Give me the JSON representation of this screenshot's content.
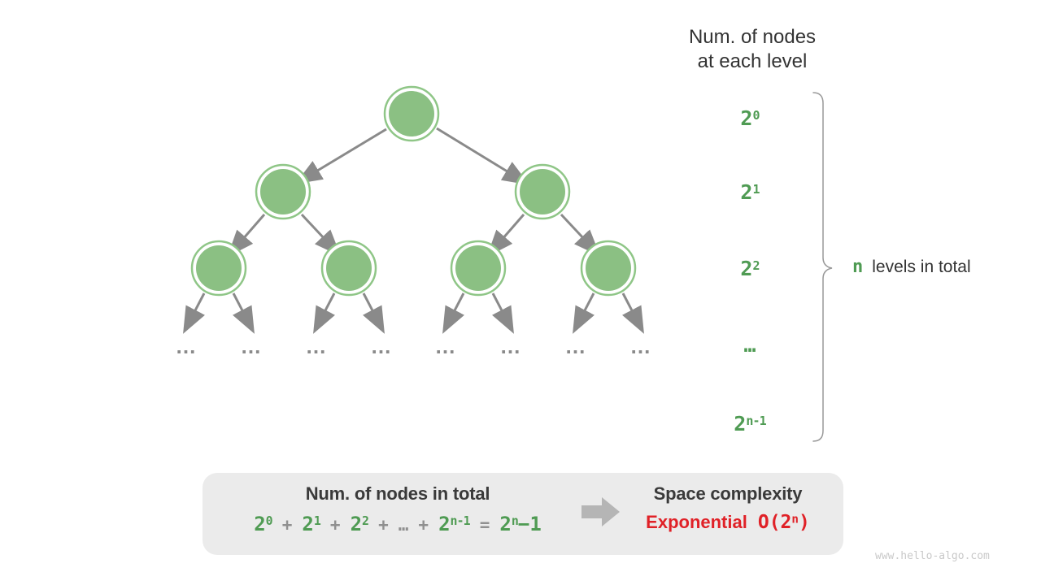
{
  "canvas": {
    "background": "#FFFFFF"
  },
  "colors": {
    "node_fill": "#8BC083",
    "node_ring": "#8FC687",
    "tree_arrow": "#8A8A8A",
    "green_text": "#4F9B53",
    "dark_text": "#333333",
    "operator_gray": "#909090",
    "red_text": "#E02127",
    "box_bg": "#EBEBEB",
    "brace_gray": "#999999",
    "block_arrow_gray": "#B5B5B5",
    "watermark_gray": "#C9C9C9"
  },
  "header": {
    "line1": "Num. of nodes",
    "line2": "at each level"
  },
  "level_labels": [
    {
      "base": "2",
      "sup": "0"
    },
    {
      "base": "2",
      "sup": "1"
    },
    {
      "base": "2",
      "sup": "2"
    },
    {
      "base": "…",
      "sup": ""
    },
    {
      "base": "2",
      "sup": "n-1"
    }
  ],
  "brace_label": {
    "highlight": "n",
    "rest": "levels in total"
  },
  "tree": {
    "ellipsis": "…",
    "levels_drawn": 3,
    "node_counts_by_level": [
      1,
      2,
      4
    ]
  },
  "summary_box": {
    "left_title": "Num. of nodes in total",
    "formula": [
      {
        "b": "2",
        "s": "0"
      },
      {
        "b": "+"
      },
      {
        "b": "2",
        "s": "1"
      },
      {
        "b": "+"
      },
      {
        "b": "2",
        "s": "2"
      },
      {
        "b": "+"
      },
      {
        "b": "…"
      },
      {
        "b": "+"
      },
      {
        "b": "2",
        "s": "n-1"
      },
      {
        "b": "="
      },
      {
        "b": "2",
        "s": "n",
        "tail": "−1"
      }
    ],
    "right_title": "Space complexity",
    "complexity_name": "Exponential",
    "big_o": {
      "pre": "O(2",
      "sup": "n",
      "post": ")"
    }
  },
  "footer": {
    "watermark": "www.hello-algo.com"
  }
}
